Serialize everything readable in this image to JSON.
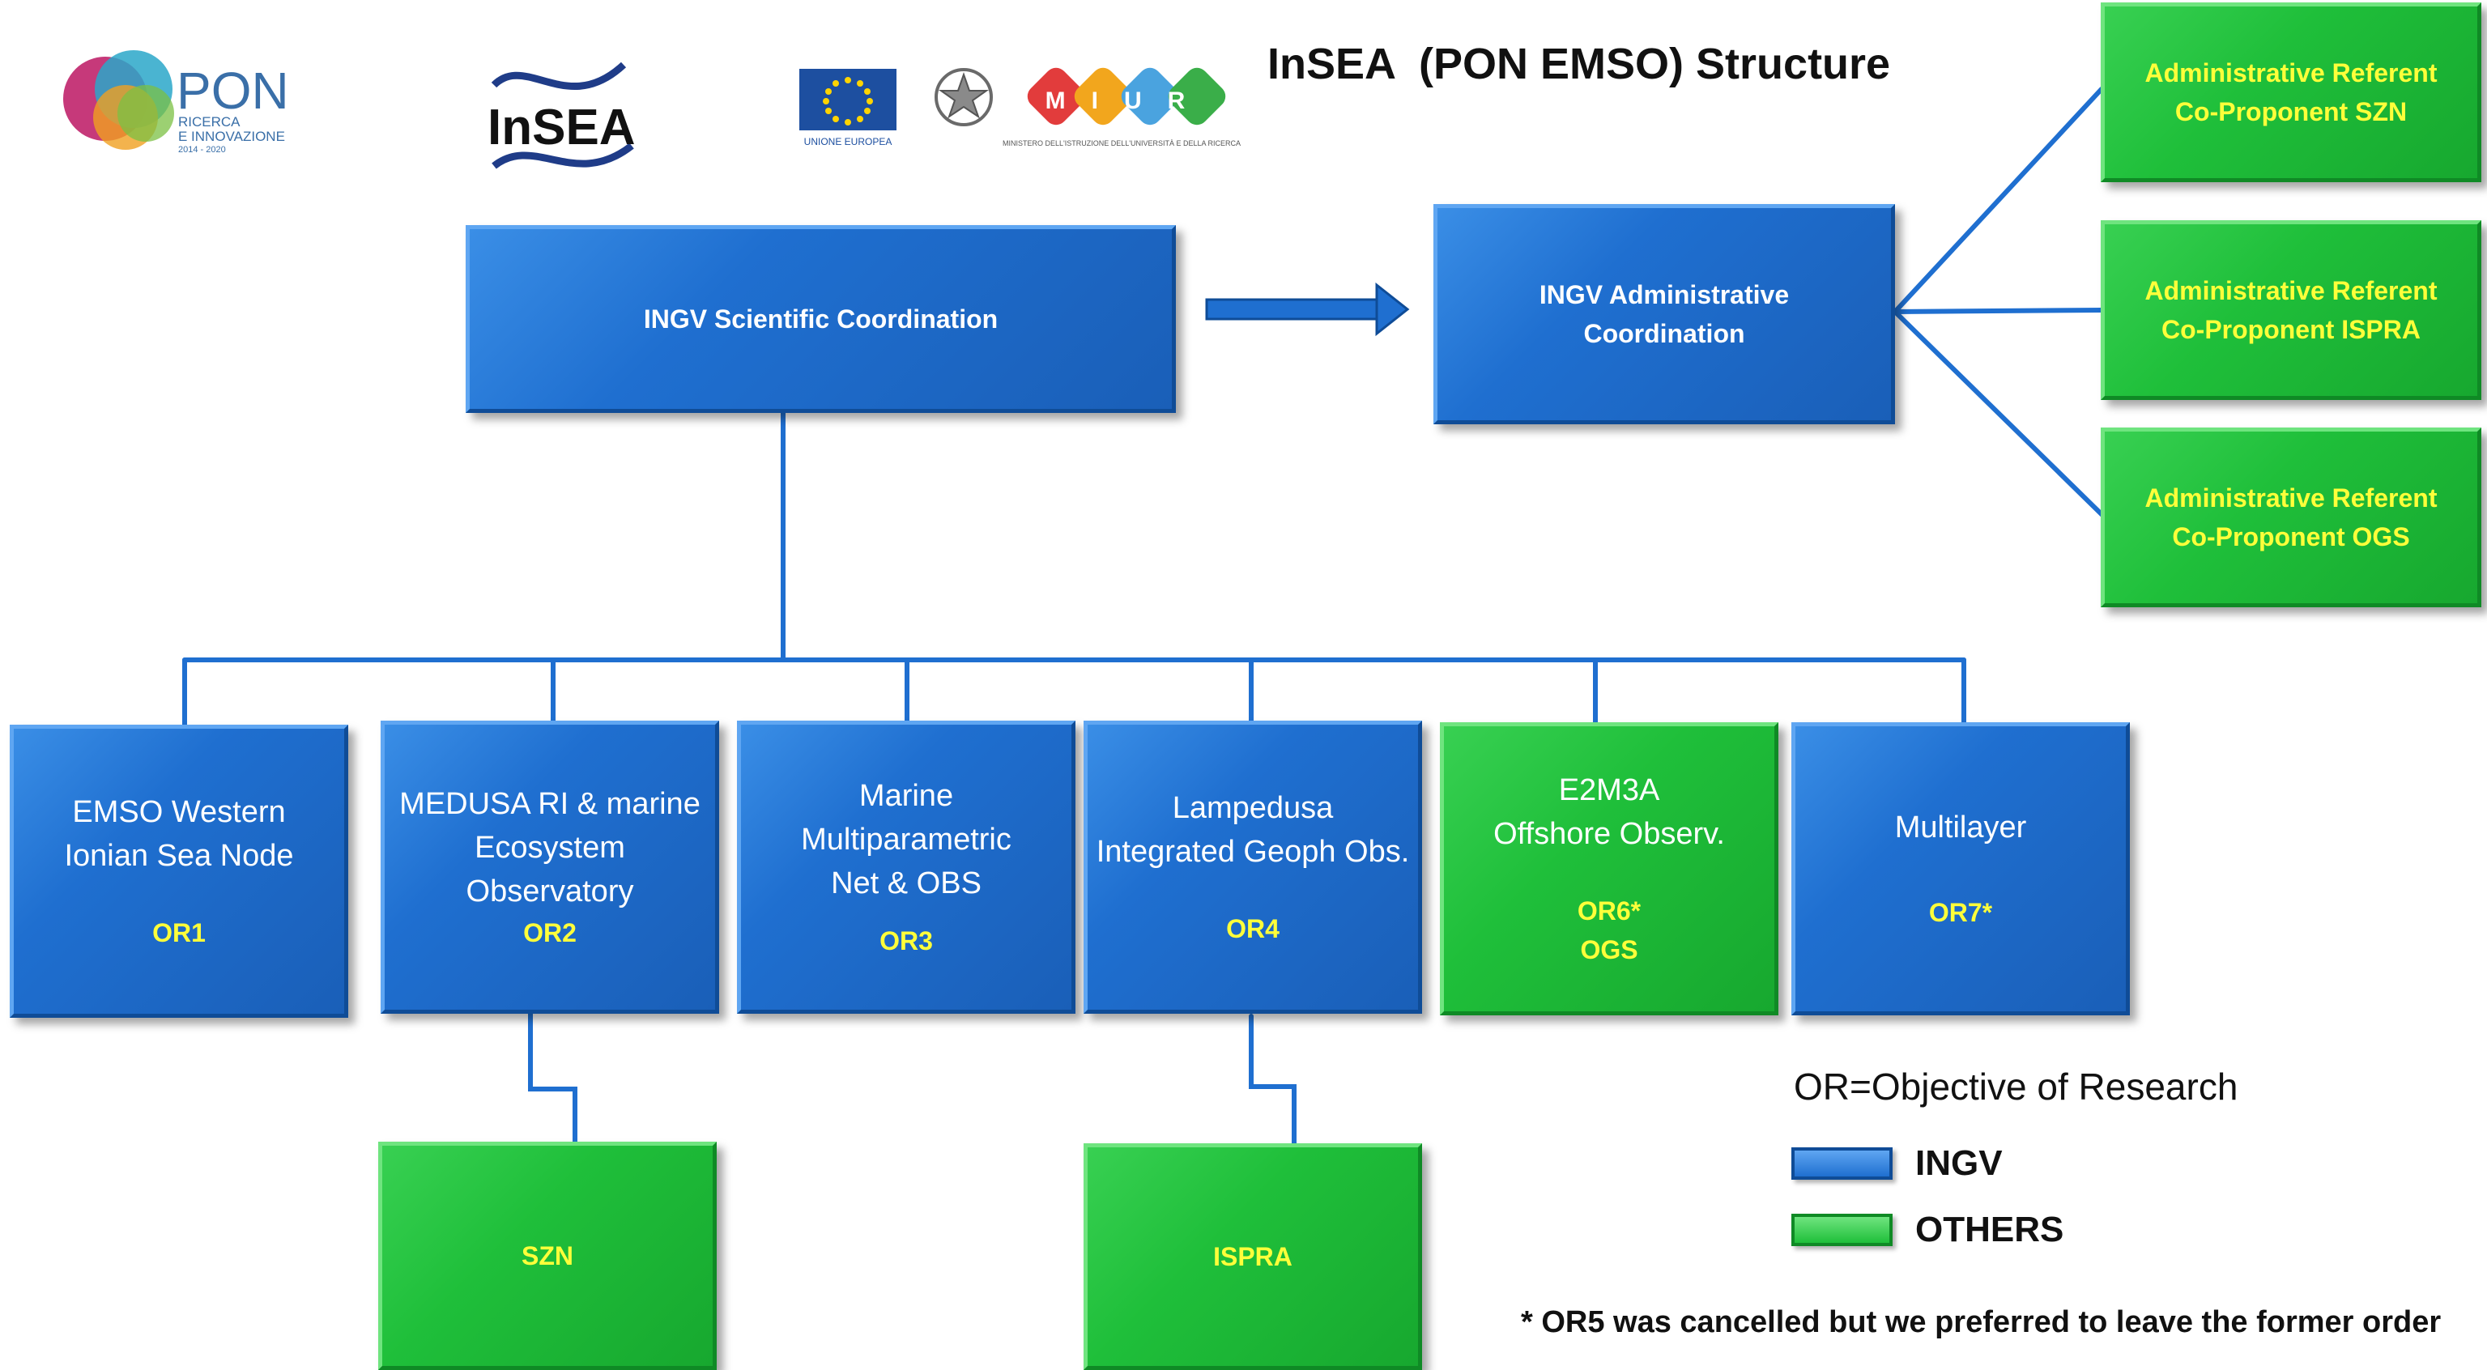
{
  "title": "InSEA  (PON EMSO) Structure",
  "logos": {
    "pon_main": "PON",
    "pon_sub1": "RICERCA",
    "pon_sub2": "E INNOVAZIONE",
    "pon_years": "2014 - 2020",
    "insea": "InSEA",
    "eu": "UNIONE EUROPEA",
    "miur": "MIUR",
    "miur_sub": "MINISTERO DELL'ISTRUZIONE DELL'UNIVERSITÀ E DELLA RICERCA"
  },
  "coordination": {
    "scientific": "INGV Scientific Coordination",
    "administrative_line1": "INGV Administrative",
    "administrative_line2": "Coordination"
  },
  "referents": [
    {
      "line1": "Administrative Referent",
      "line2": "Co-Proponent SZN"
    },
    {
      "line1": "Administrative Referent",
      "line2": "Co-Proponent ISPRA"
    },
    {
      "line1": "Administrative Referent",
      "line2": "Co-Proponent OGS"
    }
  ],
  "objectives": [
    {
      "lines": [
        "EMSO Western",
        "Ionian Sea Node"
      ],
      "code": "OR1",
      "code2": "",
      "org": "INGV"
    },
    {
      "lines": [
        "MEDUSA RI & marine",
        "Ecosystem",
        "Observatory"
      ],
      "code": "OR2",
      "code2": "",
      "org": "INGV"
    },
    {
      "lines": [
        "Marine",
        "Multiparametric",
        "Net & OBS"
      ],
      "code": "OR3",
      "code2": "",
      "org": "INGV"
    },
    {
      "lines": [
        "Lampedusa",
        "Integrated Geoph Obs."
      ],
      "code": "OR4",
      "code2": "",
      "org": "INGV"
    },
    {
      "lines": [
        "E2M3A",
        "Offshore Observ."
      ],
      "code": "OR6*",
      "code2": "OGS",
      "org": "OTHERS"
    },
    {
      "lines": [
        "Multilayer"
      ],
      "code": "OR7*",
      "code2": "",
      "org": "INGV"
    }
  ],
  "partners": {
    "szn": "SZN",
    "ispra": "ISPRA"
  },
  "legend": {
    "definition": "OR=Objective of Research",
    "ingv": "INGV",
    "others": "OTHERS",
    "ingv_color": "#1f6fd0",
    "others_color": "#1fbf3a"
  },
  "footnote": "* OR5 was cancelled but we preferred to leave the former order"
}
